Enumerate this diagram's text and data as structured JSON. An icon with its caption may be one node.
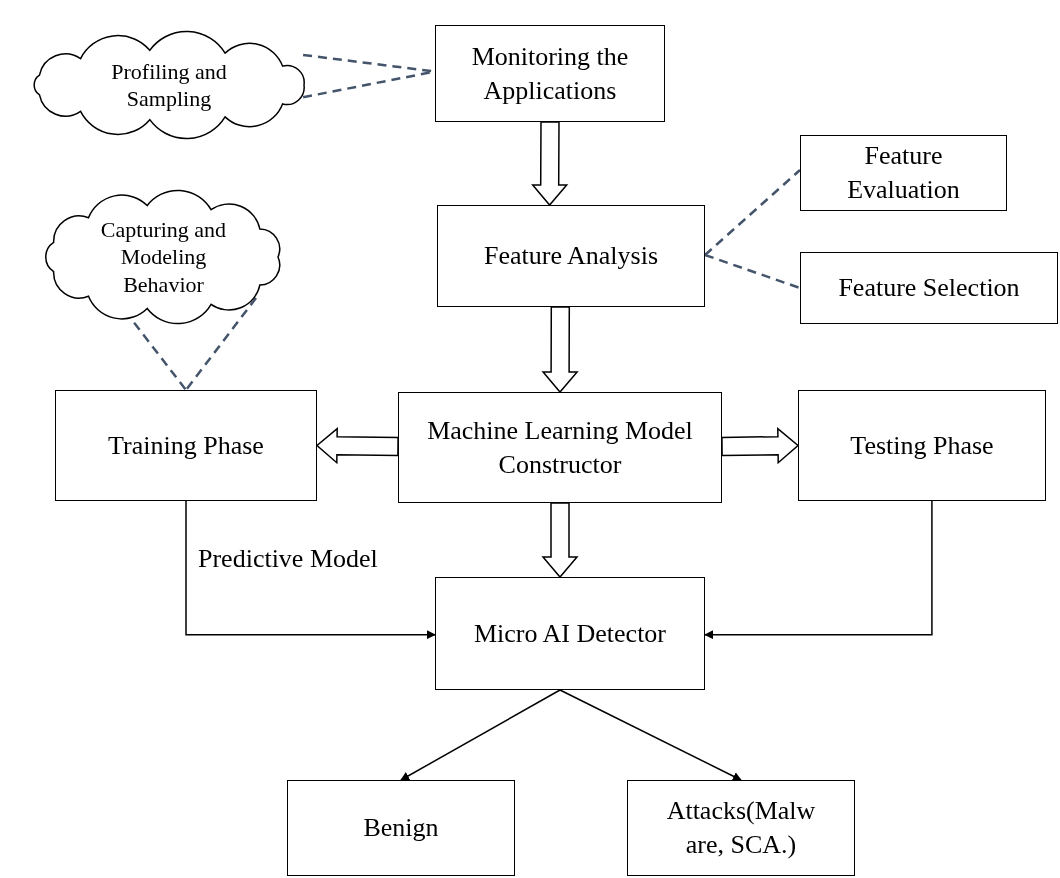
{
  "diagram": {
    "nodes": [
      {
        "text": [
          "Profiling and Sampling"
        ]
      },
      {
        "text": [
          "Monitoring the Applications"
        ]
      },
      {
        "text": [
          "Feature Evaluation"
        ]
      },
      {
        "text": [
          "Capturing and Modeling Behavior"
        ]
      },
      {
        "text": [
          "Feature Analysis"
        ]
      },
      {
        "text": [
          "Feature Selection"
        ]
      },
      {
        "text": [
          "Training Phase"
        ]
      },
      {
        "text": [
          "Machine Learning Model Constructor"
        ]
      },
      {
        "text": [
          "Testing Phase"
        ]
      },
      {
        "text": [
          "Micro AI Detector"
        ]
      },
      {
        "text": [
          "Benign"
        ]
      },
      {
        "text": [
          "Attacks(Malw are, SCA.)"
        ]
      }
    ],
    "edges": [
      {
        "from": 0,
        "to": 1,
        "arrow": "none",
        "style": "dashed",
        "color": "#44546a"
      },
      {
        "from": 0,
        "to": 1,
        "arrow": "none",
        "style": "dashed",
        "color": "#44546a"
      },
      {
        "from": 1,
        "to": 4,
        "arrow": "to",
        "style": "thick",
        "color": "#000000"
      },
      {
        "from": 4,
        "to": 2,
        "arrow": "none",
        "style": "dashed",
        "color": "#44546a"
      },
      {
        "from": 4,
        "to": 5,
        "arrow": "none",
        "style": "dashed",
        "color": "#44546a"
      },
      {
        "from": 3,
        "to": 6,
        "arrow": "none",
        "style": "dashed",
        "color": "#44546a"
      },
      {
        "from": 3,
        "to": 6,
        "arrow": "none",
        "style": "dashed",
        "color": "#44546a"
      },
      {
        "from": 4,
        "to": 7,
        "arrow": "to",
        "style": "thick",
        "color": "#000000"
      },
      {
        "from": 7,
        "to": 6,
        "arrow": "to",
        "style": "thick",
        "color": "#000000"
      },
      {
        "from": 7,
        "to": 8,
        "arrow": "to",
        "style": "thick",
        "color": "#000000"
      },
      {
        "from": 7,
        "to": 9,
        "arrow": "to",
        "style": "thick",
        "color": "#000000"
      },
      {
        "from": 6,
        "to": 9,
        "arrow": "to",
        "label": "Predictive Model",
        "color": "#000000"
      },
      {
        "from": 8,
        "to": 9,
        "arrow": "to",
        "color": "#000000"
      },
      {
        "from": 9,
        "to": 10,
        "arrow": "to",
        "color": "#000000"
      },
      {
        "from": 9,
        "to": 11,
        "arrow": "to",
        "color": "#000000"
      }
    ]
  }
}
